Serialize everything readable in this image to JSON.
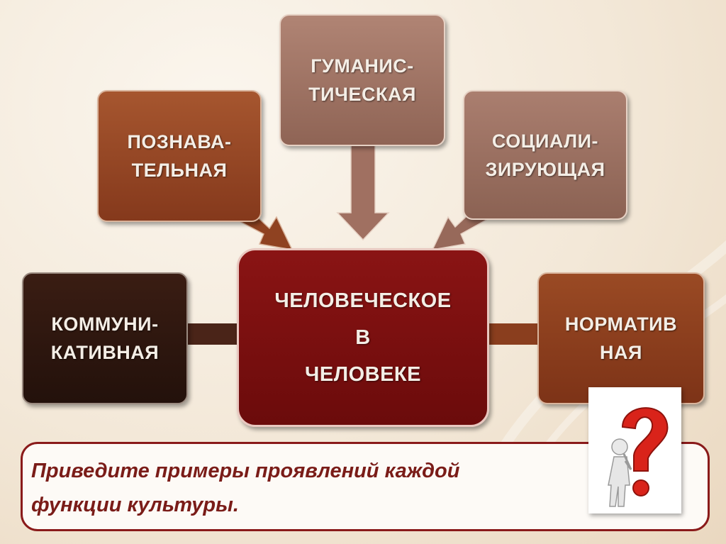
{
  "diagram": {
    "center": "ЧЕЛОВЕЧЕСКОЕ\nВ\nЧЕЛОВЕКЕ",
    "nodes": {
      "cognitive": "ПОЗНАВА-\nТЕЛЬНАЯ",
      "humanistic": "ГУМАНИС-\nТИЧЕСКАЯ",
      "socializing": "СОЦИАЛИ-\nЗИРУЮЩАЯ",
      "communicative": "КОММУНИ-\nКАТИВНАЯ",
      "normative": "НОРМАТИВ\nНАЯ"
    }
  },
  "task": {
    "text": "Приведите примеры проявлений каждой\nфункции культуры."
  },
  "colors": {
    "center": "#7a0f0f",
    "note_border": "#8a1a1a",
    "note_text": "#7a1c18",
    "question_mark": "#d9231a"
  },
  "icons": {
    "question": "thinking-figure-question-mark-icon"
  }
}
